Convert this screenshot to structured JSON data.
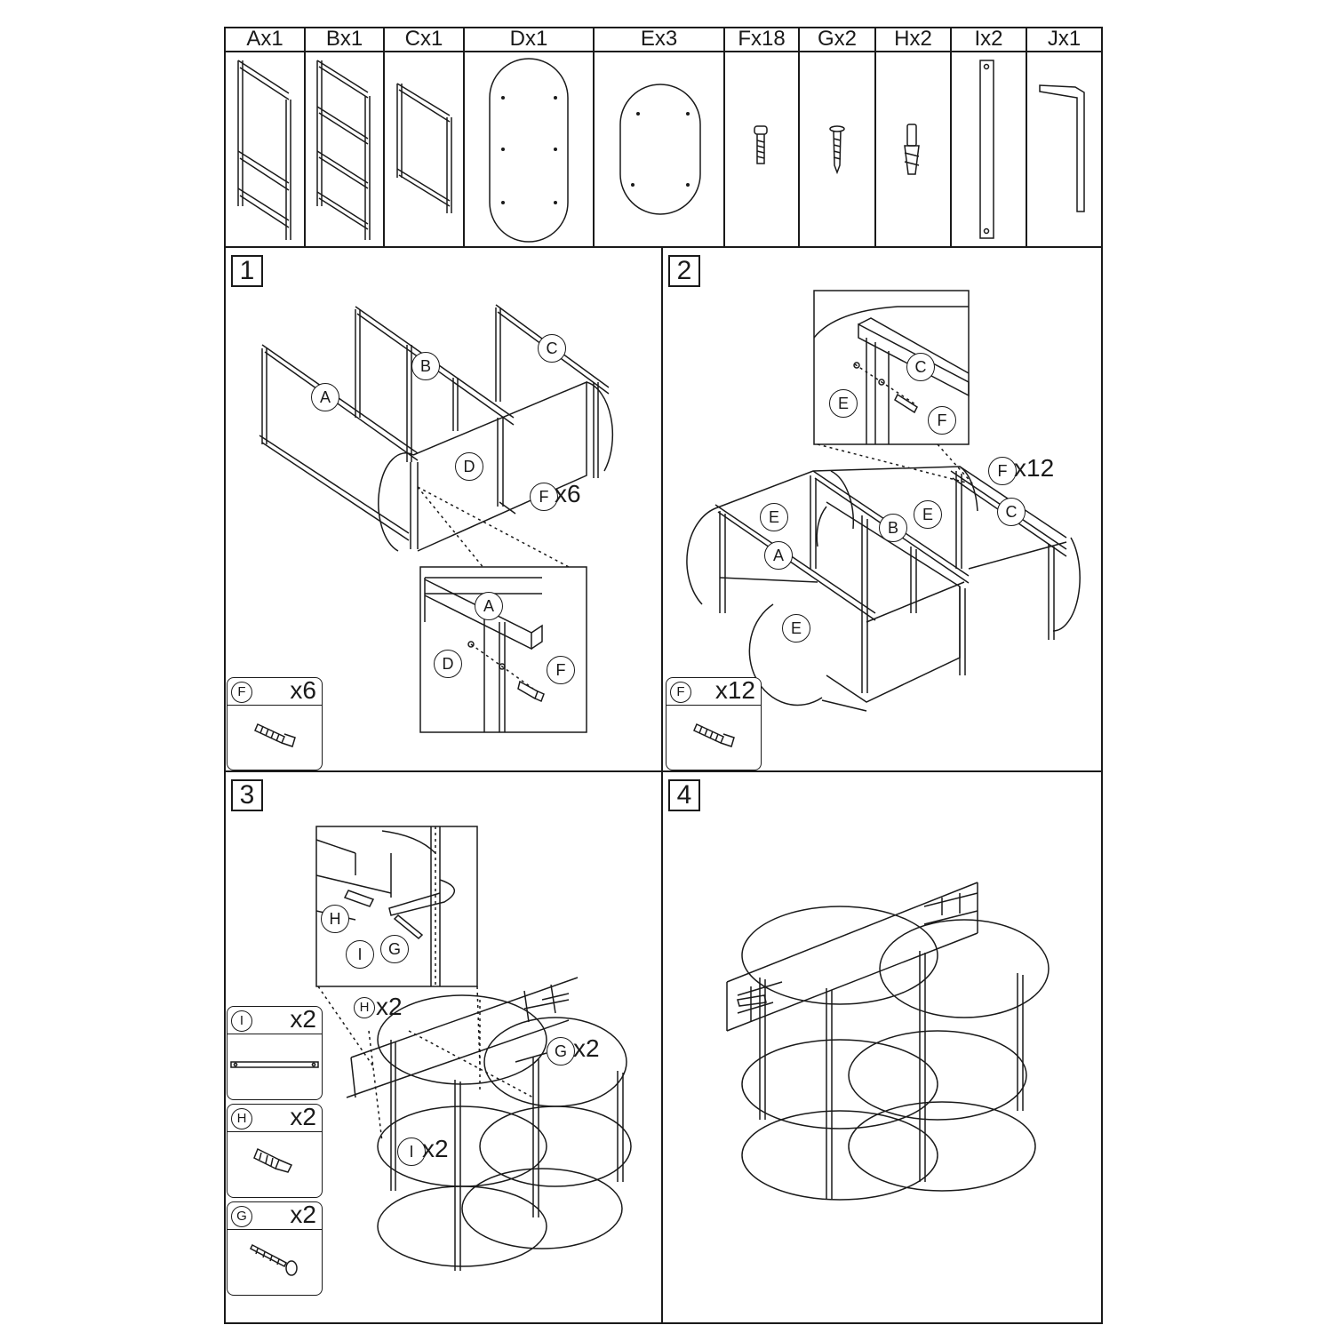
{
  "parts": [
    {
      "id": "A",
      "header": "Ax1"
    },
    {
      "id": "B",
      "header": "Bx1"
    },
    {
      "id": "C",
      "header": "Cx1"
    },
    {
      "id": "D",
      "header": "Dx1"
    },
    {
      "id": "E",
      "header": "Ex3"
    },
    {
      "id": "F",
      "header": "Fx18"
    },
    {
      "id": "G",
      "header": "Gx2"
    },
    {
      "id": "H",
      "header": "Hx2"
    },
    {
      "id": "I",
      "header": "Ix2"
    },
    {
      "id": "J",
      "header": "Jx1"
    }
  ],
  "steps": [
    {
      "number": "1",
      "labels": {
        "a": "A",
        "b": "B",
        "c": "C",
        "d": "D",
        "f": "F",
        "f_qty": "x6",
        "detail_a": "A",
        "detail_d": "D",
        "detail_f": "F"
      },
      "cards": [
        {
          "part": "F",
          "qty": "x6",
          "icon": "bolt-icon"
        }
      ]
    },
    {
      "number": "2",
      "labels": {
        "a": "A",
        "b": "B",
        "c": "C",
        "e1": "E",
        "e2": "E",
        "e3": "E",
        "f": "F",
        "f_qty": "x12",
        "detail_c": "C",
        "detail_e": "E",
        "detail_f": "F"
      },
      "cards": [
        {
          "part": "F",
          "qty": "x12",
          "icon": "bolt-icon"
        }
      ]
    },
    {
      "number": "3",
      "labels": {
        "h": "H",
        "h_qty": "x2",
        "g": "G",
        "g_qty": "x2",
        "i": "I",
        "i_qty": "x2",
        "detail_h": "H",
        "detail_i": "I",
        "detail_g": "G"
      },
      "cards": [
        {
          "part": "I",
          "qty": "x2",
          "icon": "bracket-icon"
        },
        {
          "part": "H",
          "qty": "x2",
          "icon": "wall-anchor-icon"
        },
        {
          "part": "G",
          "qty": "x2",
          "icon": "wood-screw-icon"
        }
      ]
    },
    {
      "number": "4",
      "labels": {},
      "cards": []
    }
  ]
}
